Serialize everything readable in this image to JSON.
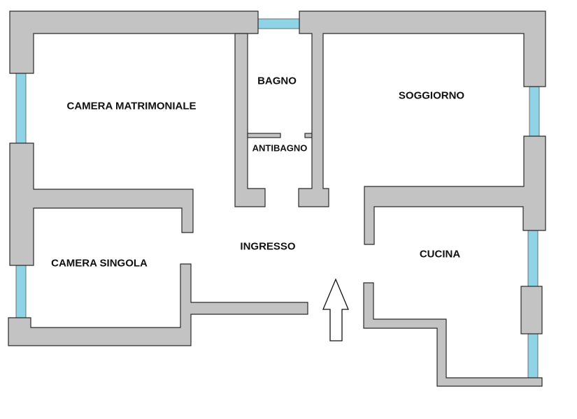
{
  "rooms": {
    "camera_matrimoniale": "CAMERA MATRIMONIALE",
    "bagno": "BAGNO",
    "antibagno": "ANTIBAGNO",
    "soggiorno": "SOGGIORNO",
    "ingresso": "INGRESSO",
    "camera_singola": "CAMERA SINGOLA",
    "cucina": "CUCINA"
  },
  "colors": {
    "wall": "#c3c3c3",
    "window": "#8fd3e6"
  },
  "icons": {
    "entrance": "entrance-arrow-icon"
  }
}
